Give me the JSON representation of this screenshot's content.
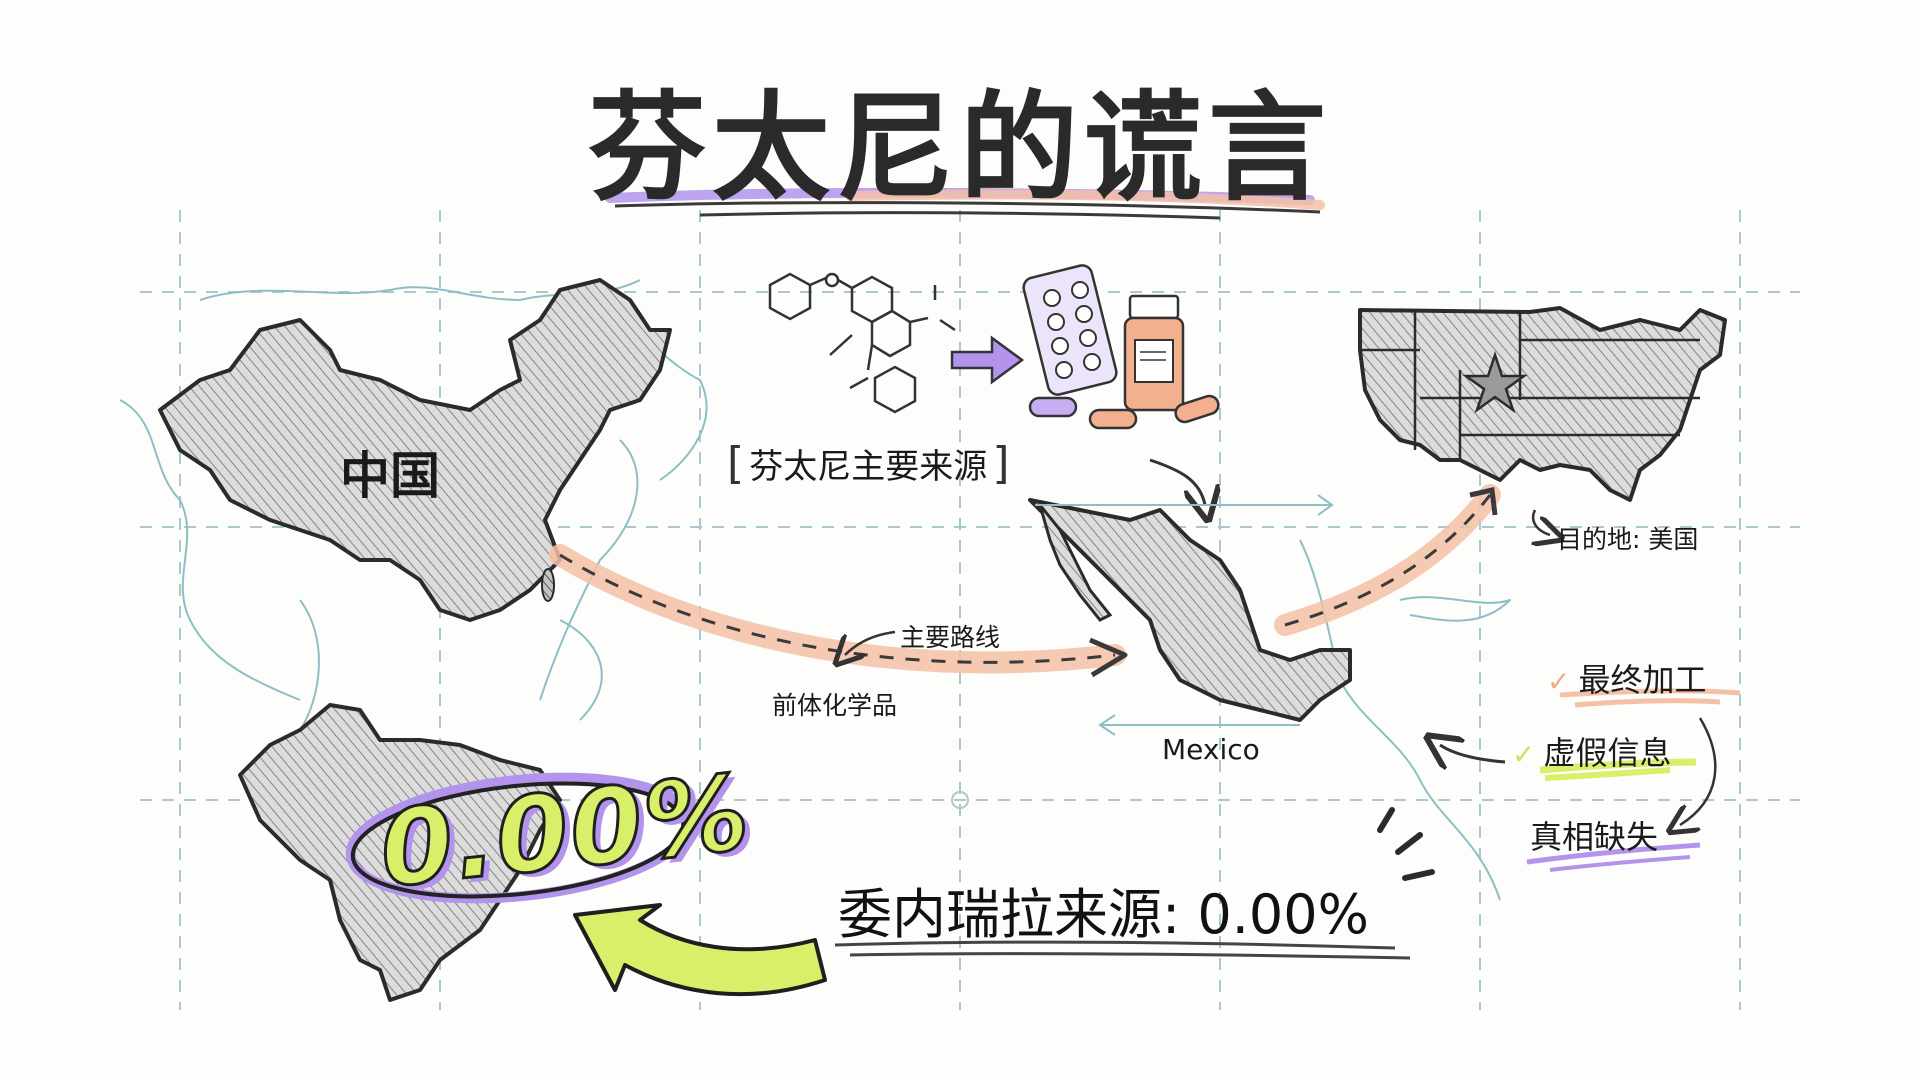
{
  "title": "芬太尼的谎言",
  "colors": {
    "background": "#fdfdfc",
    "grid": "#9fc3c8",
    "coastline": "#8fbfc6",
    "pencil": "#2b2b2b",
    "purple_accent": "#a884e8",
    "peach_accent": "#f0a98a",
    "lime_accent": "#d9ef6a"
  },
  "map": {
    "regions": [
      {
        "name": "china",
        "label": "中国"
      },
      {
        "name": "mexico",
        "label": "Mexico"
      },
      {
        "name": "usa",
        "label": "目的地: 美国"
      },
      {
        "name": "venezuela",
        "label": "0.00%"
      }
    ]
  },
  "source_box": {
    "label": "芬太尼主要来源",
    "bracket_open": "[",
    "bracket_close": "]",
    "icons": [
      "molecule-structure-icon",
      "purple-arrow-icon",
      "pill-blister-icon",
      "medicine-bottle-icon",
      "capsule-icon"
    ]
  },
  "route": {
    "main_route_label": "主要路线",
    "precursor_label": "前体化学品"
  },
  "notes": [
    {
      "label": "最终加工",
      "check_color": "#f0a98a",
      "underline_color": "#f0a98a"
    },
    {
      "label": "虚假信息",
      "check_color": "#c9e65a",
      "underline_color": "#d9ef6a"
    },
    {
      "label": "真相缺失",
      "check_color": null,
      "underline_color": "#a884e8"
    }
  ],
  "venezuela": {
    "big_percent": "0.00%",
    "source_line": "委内瑞拉来源: 0.00%"
  }
}
